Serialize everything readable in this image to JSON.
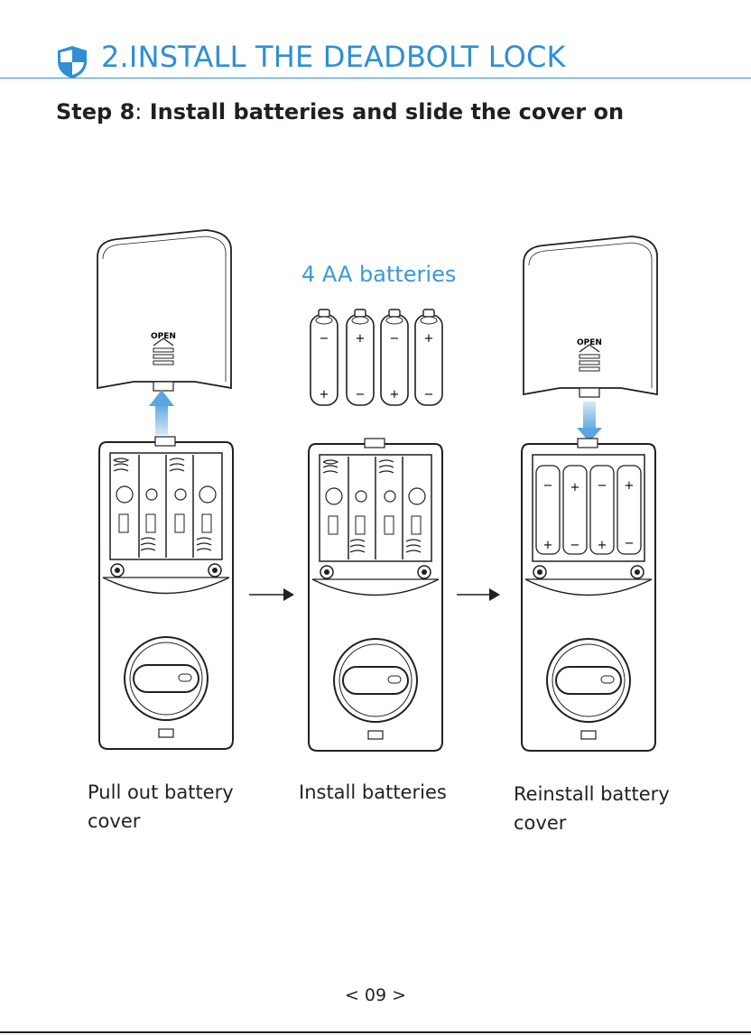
{
  "section": {
    "title": "2.INSTALL THE DEADBOLT LOCK",
    "icon": "shield-icon",
    "accent_color": "#2f8fd5"
  },
  "step": {
    "number": "Step 8",
    "separator": ":",
    "text": "Install batteries and slide the cover on"
  },
  "illustration": {
    "battery_label": "4 AA batteries",
    "cover_label": "OPEN",
    "plus_sign": "+",
    "minus_sign": "−"
  },
  "captions": {
    "first": "Pull out battery cover",
    "second": "Install batteries",
    "third": "Reinstall battery cover"
  },
  "page_number": "< 09 >"
}
